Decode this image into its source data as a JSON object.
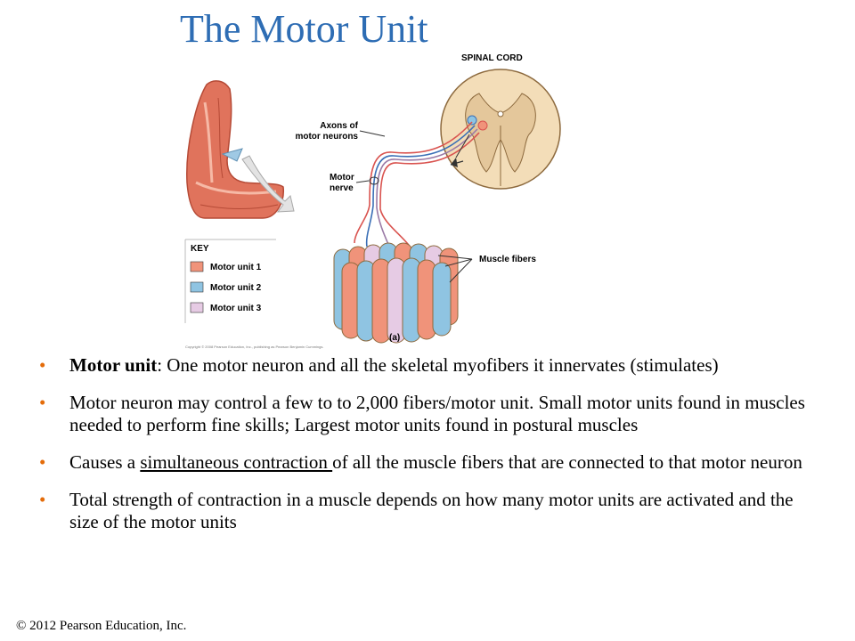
{
  "slide": {
    "title": "The Motor Unit"
  },
  "figure": {
    "labels": {
      "spinal_cord": "SPINAL CORD",
      "axons_line1": "Axons of",
      "axons_line2": "motor neurons",
      "nerve_line1": "Motor",
      "nerve_line2": "nerve",
      "muscle_fibers": "Muscle fibers",
      "panel": "(a)"
    },
    "key": {
      "title": "KEY",
      "items": [
        {
          "label": "Motor unit 1",
          "color": "#f0937a"
        },
        {
          "label": "Motor unit 2",
          "color": "#8fc4e2"
        },
        {
          "label": "Motor unit 3",
          "color": "#e6cbe4"
        }
      ]
    },
    "colors": {
      "muscle": "#e0735c",
      "cord_outer": "#f3ddb8",
      "cord_grey": "#e4c79b",
      "nerve_red": "#d9534f",
      "nerve_blue": "#3b6fb6"
    },
    "credit": "Copyright © 2008 Pearson Education, Inc., publishing as Pearson Benjamin Cummings."
  },
  "bullets": [
    {
      "term": "Motor unit",
      "text": ": One motor neuron and all the skeletal myofibers it innervates (stimulates)"
    },
    {
      "text": "Motor neuron may control a few to to 2,000 fibers/motor unit. Small motor units found in muscles needed to perform fine skills; Largest motor units found in postural muscles"
    },
    {
      "before": "Causes a ",
      "underlined": "simultaneous contraction ",
      "after": "of all the muscle fibers that are connected to that motor neuron"
    },
    {
      "text": "Total strength of contraction in a muscle depends on how many motor units are activated and the size of the motor units"
    }
  ],
  "footer": {
    "copyright": "© 2012 Pearson Education, Inc."
  }
}
